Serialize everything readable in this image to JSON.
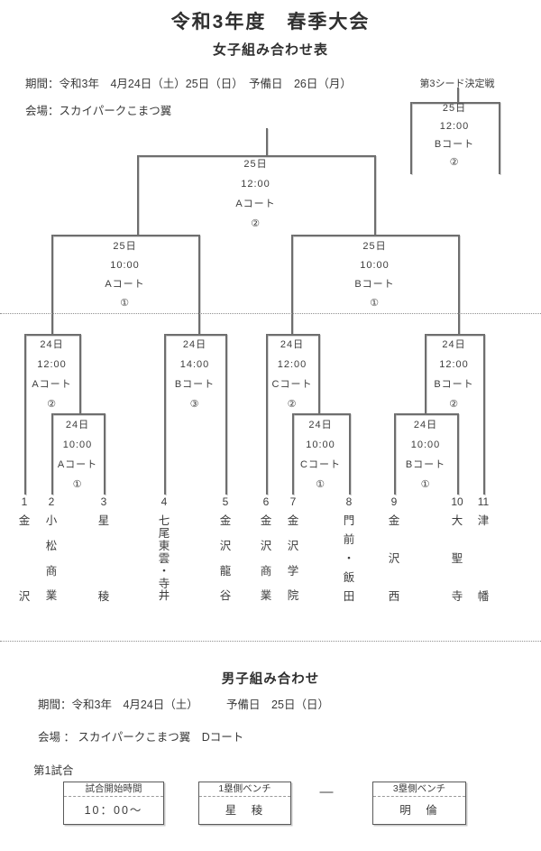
{
  "header": {
    "title": "令和3年度　春季大会",
    "subtitle": "女子組み合わせ表",
    "period": "期間：令和3年　4月24日（土）25日（日）　予備日　26日（月）",
    "venue": "会場：スカイパークこまつ翼",
    "seed_label": "第3シード決定戦"
  },
  "matches": {
    "seed": {
      "date": "25日",
      "time": "12:00",
      "court": "Bコート",
      "no": "②"
    },
    "final": {
      "date": "25日",
      "time": "12:00",
      "court": "Aコート",
      "no": "②"
    },
    "sf_left": {
      "date": "25日",
      "time": "10:00",
      "court": "Aコート",
      "no": "①"
    },
    "sf_right": {
      "date": "25日",
      "time": "10:00",
      "court": "Bコート",
      "no": "①"
    },
    "qf1": {
      "date": "24日",
      "time": "12:00",
      "court": "Aコート",
      "no": "②"
    },
    "qf2": {
      "date": "24日",
      "time": "14:00",
      "court": "Bコート",
      "no": "③"
    },
    "qf3": {
      "date": "24日",
      "time": "12:00",
      "court": "Cコート",
      "no": "②"
    },
    "qf4": {
      "date": "24日",
      "time": "12:00",
      "court": "Bコート",
      "no": "②"
    },
    "r1a": {
      "date": "24日",
      "time": "10:00",
      "court": "Aコート",
      "no": "①"
    },
    "r1b": {
      "date": "24日",
      "time": "10:00",
      "court": "Cコート",
      "no": "①"
    },
    "r1c": {
      "date": "24日",
      "time": "10:00",
      "court": "Bコート",
      "no": "①"
    }
  },
  "teams": [
    {
      "num": "1",
      "name": "金沢"
    },
    {
      "num": "2",
      "name": "小松商業"
    },
    {
      "num": "3",
      "name": "星稜"
    },
    {
      "num": "4",
      "name": "七尾東雲・寺井"
    },
    {
      "num": "5",
      "name": "金沢龍谷"
    },
    {
      "num": "6",
      "name": "金沢商業"
    },
    {
      "num": "7",
      "name": "金沢学院"
    },
    {
      "num": "8",
      "name": "門前・飯田"
    },
    {
      "num": "9",
      "name": "金沢西"
    },
    {
      "num": "10",
      "name": "大聖寺"
    },
    {
      "num": "11",
      "name": "津幡"
    }
  ],
  "men": {
    "title": "男子組み合わせ",
    "period": "期間：令和3年　4月24日（土）　　　予備日　25日（日）",
    "venue": "会場 ： スカイパークこまつ翼　Dコート",
    "match_label": "第1試合",
    "vs": "—",
    "boxes": [
      {
        "header": "試合開始時間",
        "value": "10：00～"
      },
      {
        "header": "1塁側ベンチ",
        "value": "星　稜"
      },
      {
        "header": "3塁側ベンチ",
        "value": "明　倫"
      }
    ]
  }
}
